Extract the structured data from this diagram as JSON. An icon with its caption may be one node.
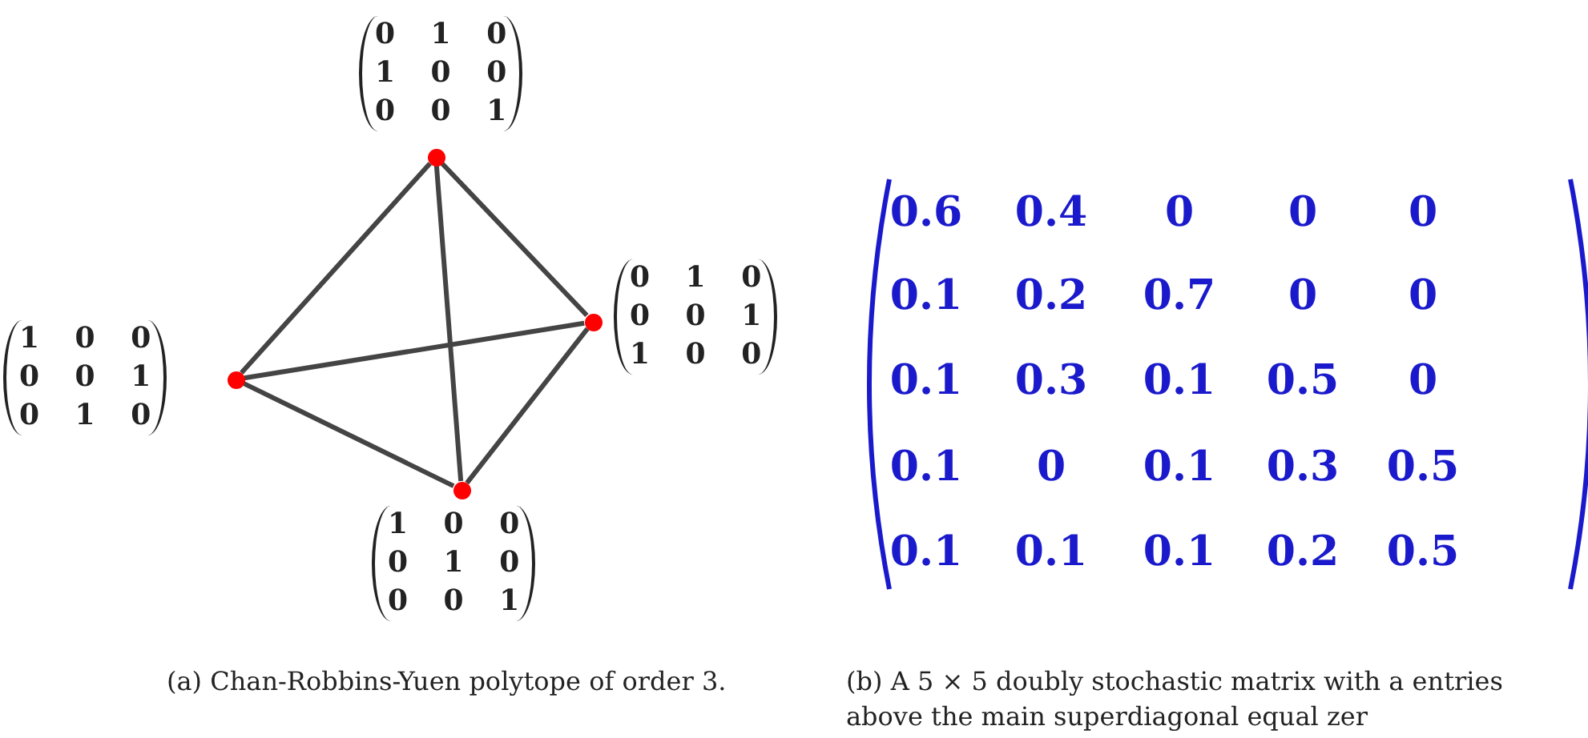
{
  "diagram": {
    "nodes": [
      {
        "text": [],
        "shape": "circle",
        "beside": [
          "0 1 0",
          "1 0 0",
          "0 0 1"
        ]
      },
      {
        "text": [],
        "shape": "circle",
        "beside": [
          "0 1 0",
          "0 0 1",
          "1 0 0"
        ]
      },
      {
        "text": [],
        "shape": "circle",
        "beside": [
          "1 0 0",
          "0 0 1",
          "0 1 0"
        ]
      },
      {
        "text": [],
        "shape": "circle",
        "beside": [
          "1 0 0",
          "0 1 0",
          "0 0 1"
        ]
      }
    ],
    "edges": [
      {
        "from": 0,
        "to": 1,
        "arrow": "none"
      },
      {
        "from": 0,
        "to": 2,
        "arrow": "none"
      },
      {
        "from": 0,
        "to": 3,
        "arrow": "none"
      },
      {
        "from": 1,
        "to": 2,
        "arrow": "none"
      },
      {
        "from": 1,
        "to": 3,
        "arrow": "none"
      },
      {
        "from": 2,
        "to": 3,
        "arrow": "none"
      }
    ],
    "labels": [
      "0.6",
      "0.4",
      "0",
      "0",
      "0",
      "0.1",
      "0.2",
      "0.7",
      "0",
      "0",
      "0.1",
      "0.3",
      "0.1",
      "0.5",
      "0",
      "0.1",
      "0",
      "0.1",
      "0.3",
      "0.5",
      "0.1",
      "0.1",
      "0.1",
      "0.2",
      "0.5",
      "(a) Chan-Robbins-Yuen polytope of order 3.",
      "(b) A 5 × 5 doubly stochastic matrix with a entries above the main superdiagonal equal zer"
    ]
  }
}
